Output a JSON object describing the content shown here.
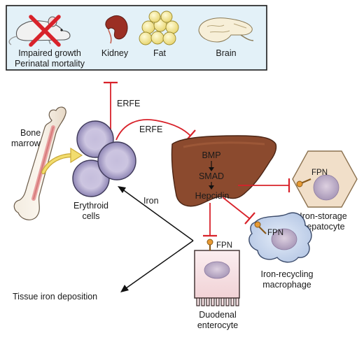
{
  "top_panel": {
    "mouse_label_line1": "Impaired growth",
    "mouse_label_line2": "Perinatal mortality",
    "kidney_label": "Kidney",
    "fat_label": "Fat",
    "brain_label": "Brain"
  },
  "erfe_top_label": "ERFE",
  "erfe_liver_label": "ERFE",
  "bone_marrow": {
    "line1": "Bone",
    "line2": "marrow"
  },
  "erythroid": {
    "line1": "Erythroid",
    "line2": "cells"
  },
  "liver": {
    "bmp": "BMP",
    "smad": "SMAD",
    "hepcidin": "Hepcidin"
  },
  "iron_label": "Iron",
  "tissue_iron_label": "Tissue iron deposition",
  "hepatocyte": {
    "fpn": "FPN",
    "line1": "Iron-storage",
    "line2": "hepatocyte"
  },
  "macrophage": {
    "fpn": "FPN",
    "line1": "Iron-recycling",
    "line2": "macrophage"
  },
  "enterocyte": {
    "fpn": "FPN",
    "line1": "Duodenal",
    "line2": "enterocyte"
  },
  "colors": {
    "inhibit": "#d8222a",
    "liver": "#8b4a2e",
    "top_panel_bg": "#e3f1f8",
    "erythroid": "#c7bfdc"
  }
}
